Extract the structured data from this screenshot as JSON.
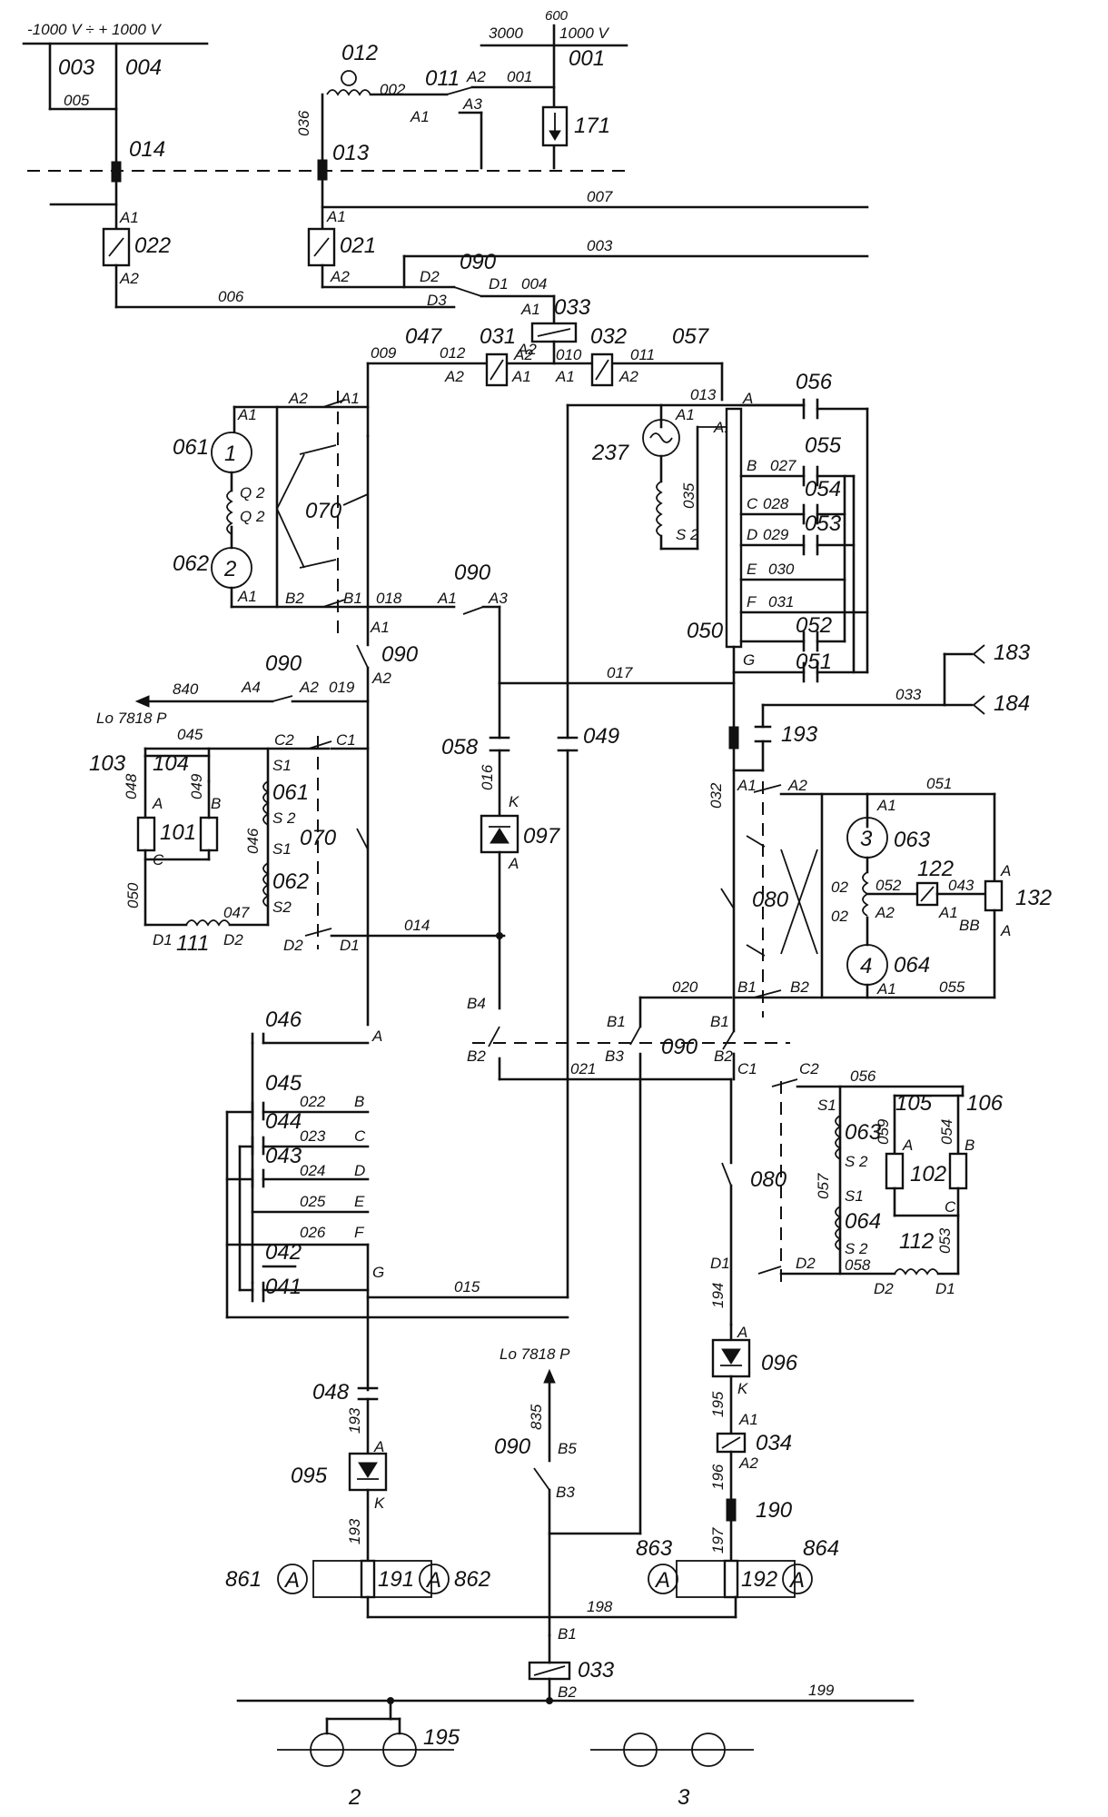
{
  "supply": {
    "left_range": "-1000 V ÷ + 1000 V",
    "right_v1": "3000",
    "right_v2": "600",
    "right_v3": "1000 V"
  },
  "components": {
    "c001": "001",
    "c003": "003",
    "c004": "004",
    "c012": "012",
    "c013": "013",
    "c014": "014",
    "c021": "021",
    "c022": "022",
    "c031": "031",
    "c032": "032",
    "c033a": "033",
    "c033b": "033",
    "c034": "034",
    "c041": "041",
    "c042": "042",
    "c043": "043",
    "c044": "044",
    "c045": "045",
    "c046": "046",
    "c047": "047",
    "c048": "048",
    "c049": "049",
    "c050": "050",
    "c051": "051",
    "c052": "052",
    "c053": "053",
    "c054": "054",
    "c055": "055",
    "c056": "056",
    "c057": "057",
    "c058": "058",
    "c061": "061",
    "c062": "062",
    "c063": "063",
    "c064": "064",
    "c070a": "070",
    "c070b": "070",
    "c080a": "080",
    "c080b": "080",
    "c090a": "090",
    "c090b": "090",
    "c090c": "090",
    "c090d": "090",
    "c090e": "090",
    "c090f": "090",
    "c095": "095",
    "c096": "096",
    "c097": "097",
    "c101": "101",
    "c102": "102",
    "c103": "103",
    "c104": "104",
    "c105": "105",
    "c106": "106",
    "c111": "111",
    "c112": "112",
    "c122": "122",
    "c132": "132",
    "c171": "171",
    "c183": "183",
    "c184": "184",
    "c190": "190",
    "c191": "191",
    "c192": "192",
    "c193": "193",
    "c195": "195",
    "c237": "237",
    "c861": "861",
    "c862": "862",
    "c863": "863",
    "c864": "864"
  },
  "motor_numbers": {
    "m1": "1",
    "m2": "2",
    "m3": "3",
    "m4": "4"
  },
  "wires": {
    "w001": "001",
    "w002": "002",
    "w003": "003",
    "w004": "004",
    "w005": "005",
    "w006": "006",
    "w007": "007",
    "w009": "009",
    "w010": "010",
    "w011a": "011",
    "w011b": "011",
    "w012": "012",
    "w013": "013",
    "w014": "014",
    "w015": "015",
    "w016": "016",
    "w017": "017",
    "w018": "018",
    "w019": "019",
    "w020": "020",
    "w021": "021",
    "w022": "022",
    "w023": "023",
    "w024": "024",
    "w025": "025",
    "w026": "026",
    "w027": "027",
    "w028": "028",
    "w029": "029",
    "w030": "030",
    "w031": "031",
    "w032": "032",
    "w033": "033",
    "w035": "035",
    "w036": "036",
    "w043": "043",
    "w045": "045",
    "w046": "046",
    "w047": "047",
    "w048": "048",
    "w049": "049",
    "w050": "050",
    "w051": "051",
    "w052": "052",
    "w053": "053",
    "w054": "054",
    "w055": "055",
    "w056": "056",
    "w057": "057",
    "w058": "058",
    "w059": "059",
    "w193": "193",
    "w194": "194",
    "w195": "195",
    "w196": "196",
    "w197": "197",
    "w198": "198",
    "w199": "199",
    "w835": "835",
    "w840": "840"
  },
  "refs": {
    "lo_a": "Lo 7818 P",
    "lo_b": "Lo 7818 P"
  },
  "bogies": {
    "b2": "2",
    "b3": "3"
  },
  "pins": {
    "A": "A",
    "A1": "A1",
    "A2": "A2",
    "A3": "A3",
    "A4": "A4",
    "B": "B",
    "B1": "B1",
    "B2": "B2",
    "B3": "B3",
    "B4": "B4",
    "B5": "B5",
    "BB": "BB",
    "C": "C",
    "C1": "C1",
    "C2": "C2",
    "D": "D",
    "D1": "D1",
    "D2": "D2",
    "D3": "D3",
    "E": "E",
    "F": "F",
    "G": "G",
    "K": "K",
    "Q2": "Q 2",
    "Q2b": "Q 2",
    "O2": "02",
    "S1": "S1",
    "S2": "S 2",
    "S2b": "S2",
    "Amp": "A"
  }
}
